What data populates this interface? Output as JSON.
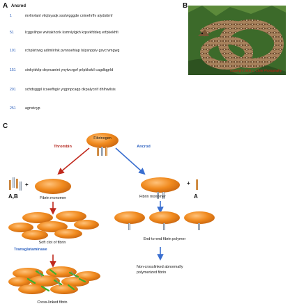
{
  "panels": {
    "a": "A",
    "b": "B",
    "c": "C"
  },
  "sequence": {
    "title": "Ancrod",
    "rows": [
      {
        "num": "1",
        "text": "mvlirvlanl vilqlsyaqk ssslvigggde cninehrflv alydsitrnf"
      },
      {
        "num": "51",
        "text": "lcggvlihpe wvitakhcnk ksmvlylgkh kqsvkfddeq erfpkekhfi"
      },
      {
        "num": "101",
        "text": "rchpkrtrwg adimlirlnk pvnnsehiap lslpsnppiv gsvcrvmgwg"
      },
      {
        "num": "151",
        "text": "sinkyidvlp deprcanini ynytvcrgvf prlpkkskil cagdlqgrld"
      },
      {
        "num": "201",
        "text": "schdsggpl icseefhgiv yrgpnpcaqp dkpalycnif dhlhwilsis"
      },
      {
        "num": "251",
        "text": "agnstcyp"
      }
    ]
  },
  "photo": {
    "credit": "Copyright 2006 L. Chan Photography"
  },
  "diagram": {
    "fibrinogen": "Fibrinogen",
    "thrombin": "Thrombin",
    "ancrod": "Ancrod",
    "plus": "+",
    "fibrinopeptide_ab": "A,B",
    "fibrinopeptide_a": "A",
    "fibrin_monomer_left": "Fibrin monomer",
    "fibrin_monomer_right": "Fibrin monomer",
    "soft_clot": "Soft clot of fibrin",
    "transglutaminase": "Transglutaminase",
    "end_to_end": "End-to-end fibrin polymer",
    "non_crosslinked_line1": "Non-crosslinked abnormally",
    "non_crosslinked_line2": "polymerized fibrin",
    "crosslinked": "Cross-linked fibrin"
  },
  "colors": {
    "ellipse": "#f08a1e",
    "red_arrow": "#c0281c",
    "blue_arrow": "#3a6fd0",
    "sequence_number": "#1f56b8"
  }
}
